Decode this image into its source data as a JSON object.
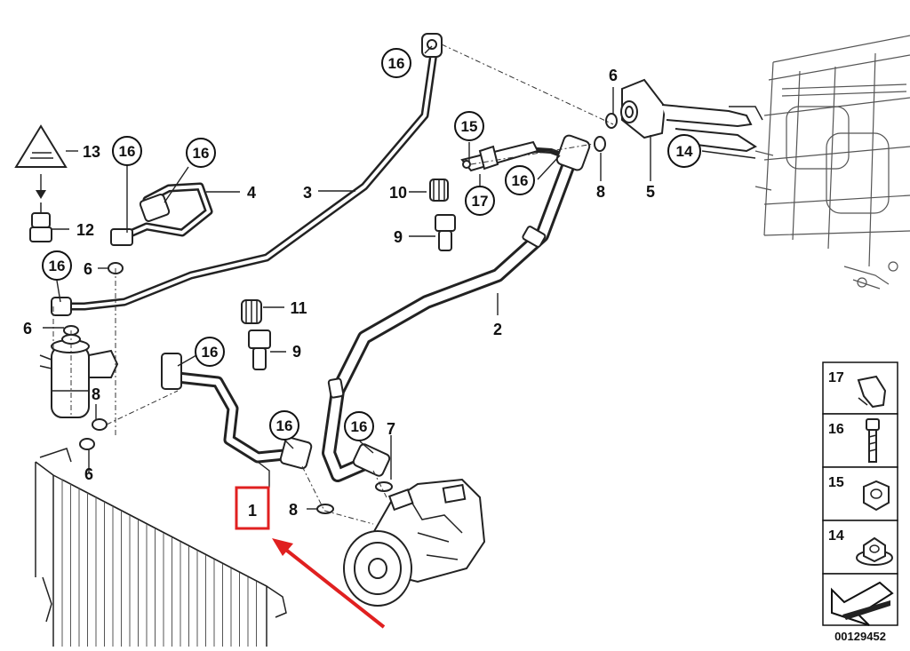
{
  "callouts": {
    "c1": "1",
    "c2": "2",
    "c3": "3",
    "c4": "4",
    "c5": "5",
    "c6a": "6",
    "c6b": "6",
    "c6c": "6",
    "c6d": "6",
    "c7": "7",
    "c8a": "8",
    "c8b": "8",
    "c8c": "8",
    "c9a": "9",
    "c9b": "9",
    "c10": "10",
    "c11": "11",
    "c12": "12",
    "c13": "13",
    "c14": "14",
    "c15": "15",
    "c16a": "16",
    "c16b": "16",
    "c16c": "16",
    "c16d": "16",
    "c16e": "16",
    "c16f": "16",
    "c16g": "16",
    "c16h": "16",
    "c17": "17"
  },
  "legend": [
    {
      "num": "17",
      "icon": "clamp-icon"
    },
    {
      "num": "16",
      "icon": "bolt-icon"
    },
    {
      "num": "15",
      "icon": "hex-nut-icon"
    },
    {
      "num": "14",
      "icon": "flange-nut-icon"
    }
  ],
  "drawing_number": "00129452",
  "colors": {
    "highlight": "#e02020",
    "ink": "#222222"
  }
}
